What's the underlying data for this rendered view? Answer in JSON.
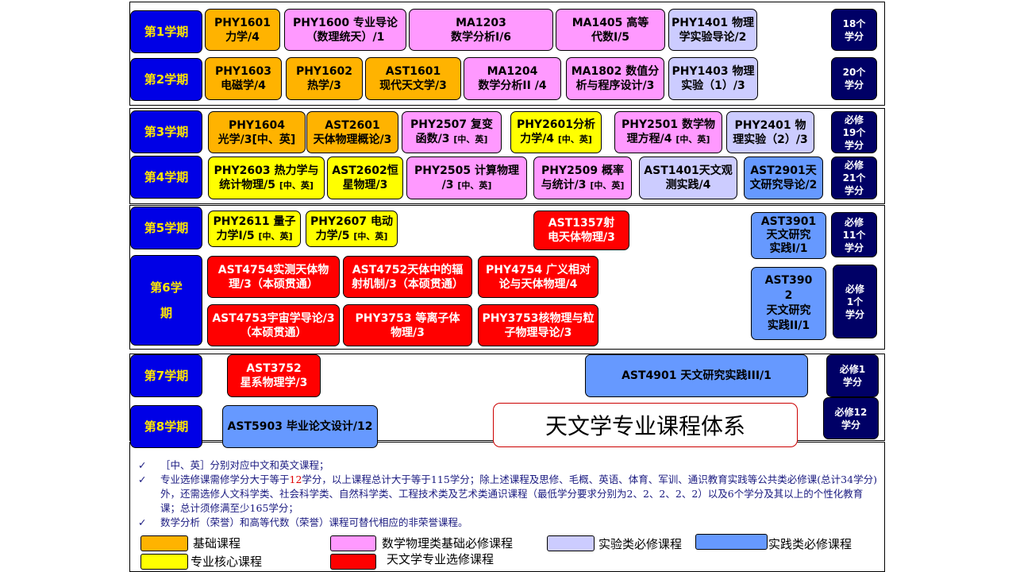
{
  "title": "天文学专业课程体系",
  "colors": {
    "semester": "#0000e6",
    "semester_text": "#ffe600",
    "base": "#ffb300",
    "math_physics": "#ff99ff",
    "lab": "#ccccff",
    "practice": "#6699ff",
    "core": "#ffff00",
    "elective": "#ff0000",
    "credits": "#000066"
  },
  "semesters": {
    "s1": "第1学期",
    "s2": "第2学期",
    "s3": "第3学期",
    "s4": "第4学期",
    "s5": "第5学期",
    "s6a": "第6学",
    "s6b": "期",
    "s7": "第7学期",
    "s8": "第8学期"
  },
  "credits": {
    "s1": [
      "18个",
      "学分"
    ],
    "s2": [
      "20个",
      "学分"
    ],
    "s3": [
      "必修",
      "19个",
      "学分"
    ],
    "s4": [
      "必修",
      "21个",
      "学分"
    ],
    "s5": [
      "必修",
      "11个",
      "学分"
    ],
    "s6": [
      "必修",
      "1个",
      "学分"
    ],
    "s7": [
      "必修1",
      "学分"
    ],
    "s8": [
      "必修12",
      "学分"
    ]
  },
  "courses": {
    "phy1601": [
      "PHY1601",
      "力学/4"
    ],
    "phy1600": [
      "PHY1600 专业导论",
      "（数理统天）/1"
    ],
    "ma1203": [
      "MA1203",
      "数学分析I/6"
    ],
    "ma1405": [
      "MA1405 高等",
      "代数I/5"
    ],
    "phy1401": [
      "PHY1401 物理",
      "学实验导论/2"
    ],
    "phy1603": [
      "PHY1603",
      "电磁学/4"
    ],
    "phy1602": [
      "PHY1602",
      "热学/3"
    ],
    "ast1601": [
      "AST1601",
      "现代天文学/3"
    ],
    "ma1204": [
      "MA1204",
      "数学分析II /4"
    ],
    "ma1802": [
      "MA1802 数值分",
      "析与程序设计/3"
    ],
    "phy1403": [
      "PHY1403 物理",
      "实验（1）/3"
    ],
    "phy1604": [
      "PHY1604",
      "光学/3",
      "[中、英]"
    ],
    "ast2601": [
      "AST2601",
      "天体物理概论/3"
    ],
    "phy2507": [
      "PHY2507 复变",
      "函数/3 ",
      "[中、英]"
    ],
    "phy2601": [
      "PHY2601分析",
      "力学/4 ",
      "[中、英]"
    ],
    "phy2501": [
      "PHY2501 数学物",
      "理方程/4 ",
      "[中、英]"
    ],
    "phy2401": [
      "PHY2401 物",
      "理实验（2）/3"
    ],
    "phy2603": [
      "PHY2603 热力学与",
      "统计物理/5 ",
      "[中、英]"
    ],
    "ast2602": [
      "AST2602恒",
      "星物理/3"
    ],
    "phy2505": [
      "PHY2505 计算物理",
      "/3 ",
      "[中、英]"
    ],
    "phy2509": [
      "PHY2509 概率",
      "与统计/3 ",
      "[中、英]"
    ],
    "ast1401": [
      "AST1401天文观",
      "测实践/4"
    ],
    "ast2901": [
      "AST2901天",
      "文研究导论/2"
    ],
    "phy2611": [
      "PHY2611 量子",
      "力学I/5 ",
      "[中、英]"
    ],
    "phy2607": [
      "PHY2607 电动",
      "力学/5 ",
      "[中、英]"
    ],
    "ast1357": [
      "AST1357射",
      "电天体物理/3"
    ],
    "ast3901": [
      "AST3901",
      "天文研究",
      "实践I/1"
    ],
    "ast4754": [
      "AST4754实测天体物",
      "理/3（本硕贯通）"
    ],
    "ast4752": [
      "AST4752天体中的辐",
      "射机制/3（本硕贯通）"
    ],
    "phy4754": [
      "PHY4754 广义相对",
      "论与天体物理/4"
    ],
    "ast3902": [
      "AST390",
      "2",
      "天文研究",
      "实践II/1"
    ],
    "ast4753": [
      "AST4753宇宙学导论/3",
      "（本硕贯通）"
    ],
    "phy3753a": [
      "PHY3753 等离子体",
      "物理/3"
    ],
    "phy3753b": [
      "PHY3753核物理与粒",
      "子物理导论/3"
    ],
    "ast3752": [
      "AST3752",
      "星系物理学/3"
    ],
    "ast4901": [
      "AST4901 天文研究实践III/1"
    ],
    "ast5903": [
      "AST5903 毕业论文设计/12"
    ]
  },
  "notes": {
    "check": "✓",
    "n1": "［中、英］分别对应中文和英文课程；",
    "n2_a": "专业选修课需修学分大于等于",
    "n2_num": "12",
    "n2_b": "学分，以上课程总计大于等于115学分；除上述课程及思修、毛概、英语、体育、军训、通识教育实践等公共类必修课(总计34学分)外，还需选修人文科学类、社会科学类、自然科学类、工程技术类及艺术类通识课程（最低学分要求分别为2、2、2、2、2）以及6个学分及其以上的个性化教育课；总计须修满至少165学分；",
    "n3": "数学分析（荣誉）和高等代数（荣誉）课程可替代相应的非荣誉课程。"
  },
  "legend": {
    "base": "基础课程",
    "math_physics": "数学物理类基础必修课程",
    "lab": "实验类必修课程",
    "practice": "实践类必修课程",
    "core": "专业核心课程",
    "elective": "天文学专业选修课程"
  }
}
